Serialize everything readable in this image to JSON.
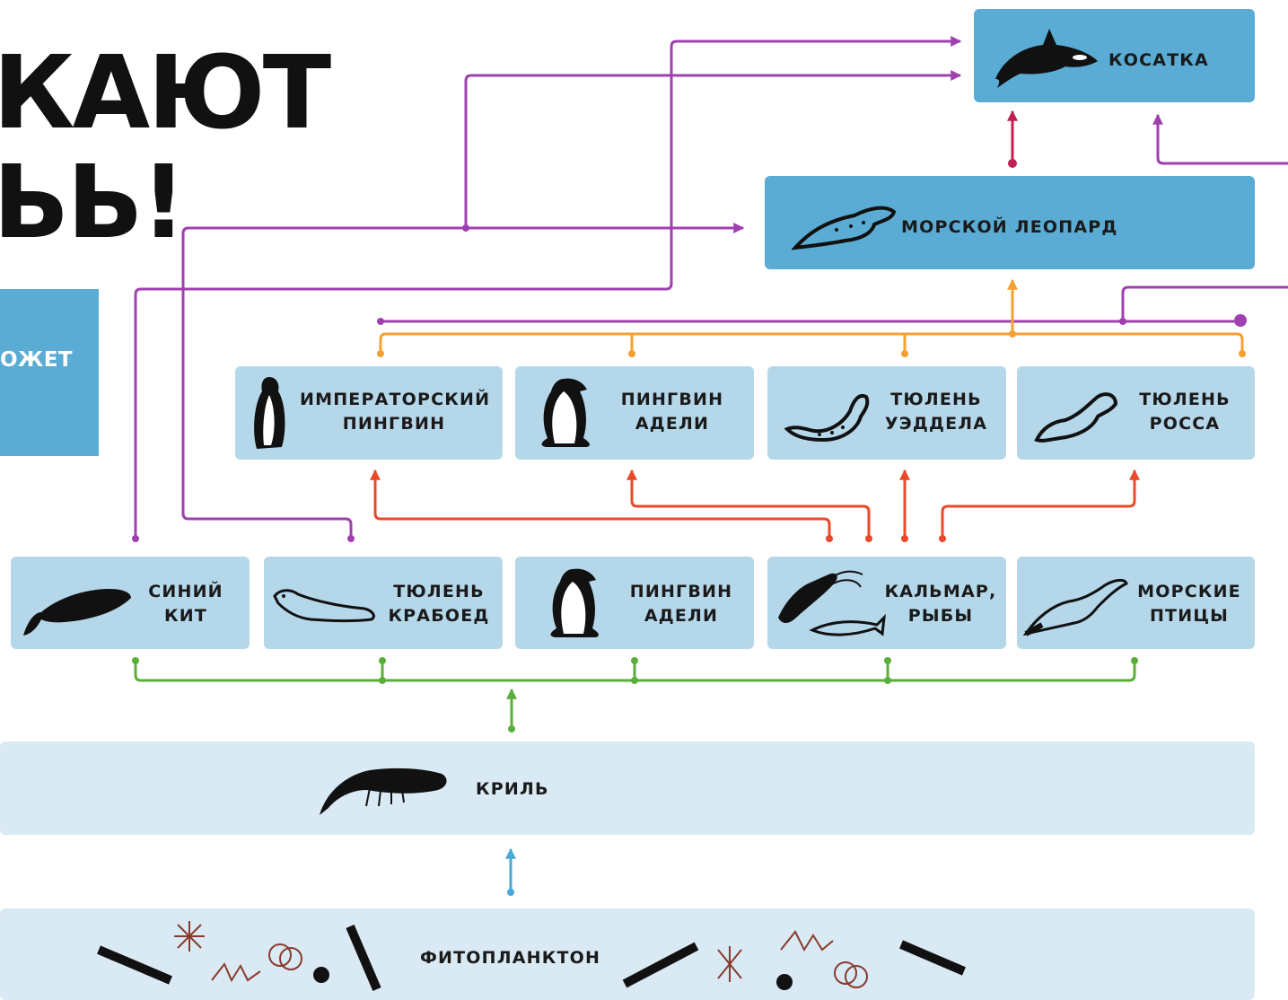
{
  "headline": {
    "line1": "КАЮТ",
    "line2": "ЬЬ!"
  },
  "side_box": {
    "text": "ОЖЕТ"
  },
  "nodes": {
    "orca": "КОСАТКА",
    "leopard_seal": "МОРСКОЙ ЛЕОПАРД",
    "emperor_penguin": "ИМПЕРАТОРСКИЙ\nПИНГВИН",
    "adelie_penguin_top": "ПИНГВИН\nАДЕЛИ",
    "weddell_seal": "ТЮЛЕНЬ\nУЭДДЕЛА",
    "ross_seal": "ТЮЛЕНЬ\nРОССА",
    "blue_whale": "СИНИЙ\nКИТ",
    "crabeater_seal": "ТЮЛЕНЬ\nКРАБОЕД",
    "adelie_penguin_bottom": "ПИНГВИН\nАДЕЛИ",
    "squid_fish": "КАЛЬМАР,\nРЫБЫ",
    "seabirds": "МОРСКИЕ\nПТИЦЫ",
    "krill": "КРИЛЬ",
    "phytoplankton": "ФИТОПЛАНКТОН"
  },
  "icons": {
    "orca": "orca-icon",
    "leopard_seal": "leopard-seal-icon",
    "emperor_penguin": "emperor-penguin-icon",
    "adelie_penguin": "adelie-penguin-icon",
    "weddell_seal": "weddell-seal-icon",
    "ross_seal": "ross-seal-icon",
    "blue_whale": "blue-whale-icon",
    "crabeater_seal": "crabeater-seal-icon",
    "squid_fish": "squid-fish-icon",
    "seabirds": "seabird-icon",
    "krill": "krill-icon",
    "phytoplankton": "phytoplankton-icon"
  },
  "colors": {
    "dark_box": "#5aacd4",
    "mid_box": "#b5d7ea",
    "light_box": "#d9eaf5",
    "purple_arrow": "#a040b0",
    "red_arrow": "#e84a2a",
    "orange_arrow": "#f5a030",
    "green_arrow": "#5aae3a",
    "blue_arrow": "#4aa8d8",
    "crimson_arrow": "#c02050"
  }
}
